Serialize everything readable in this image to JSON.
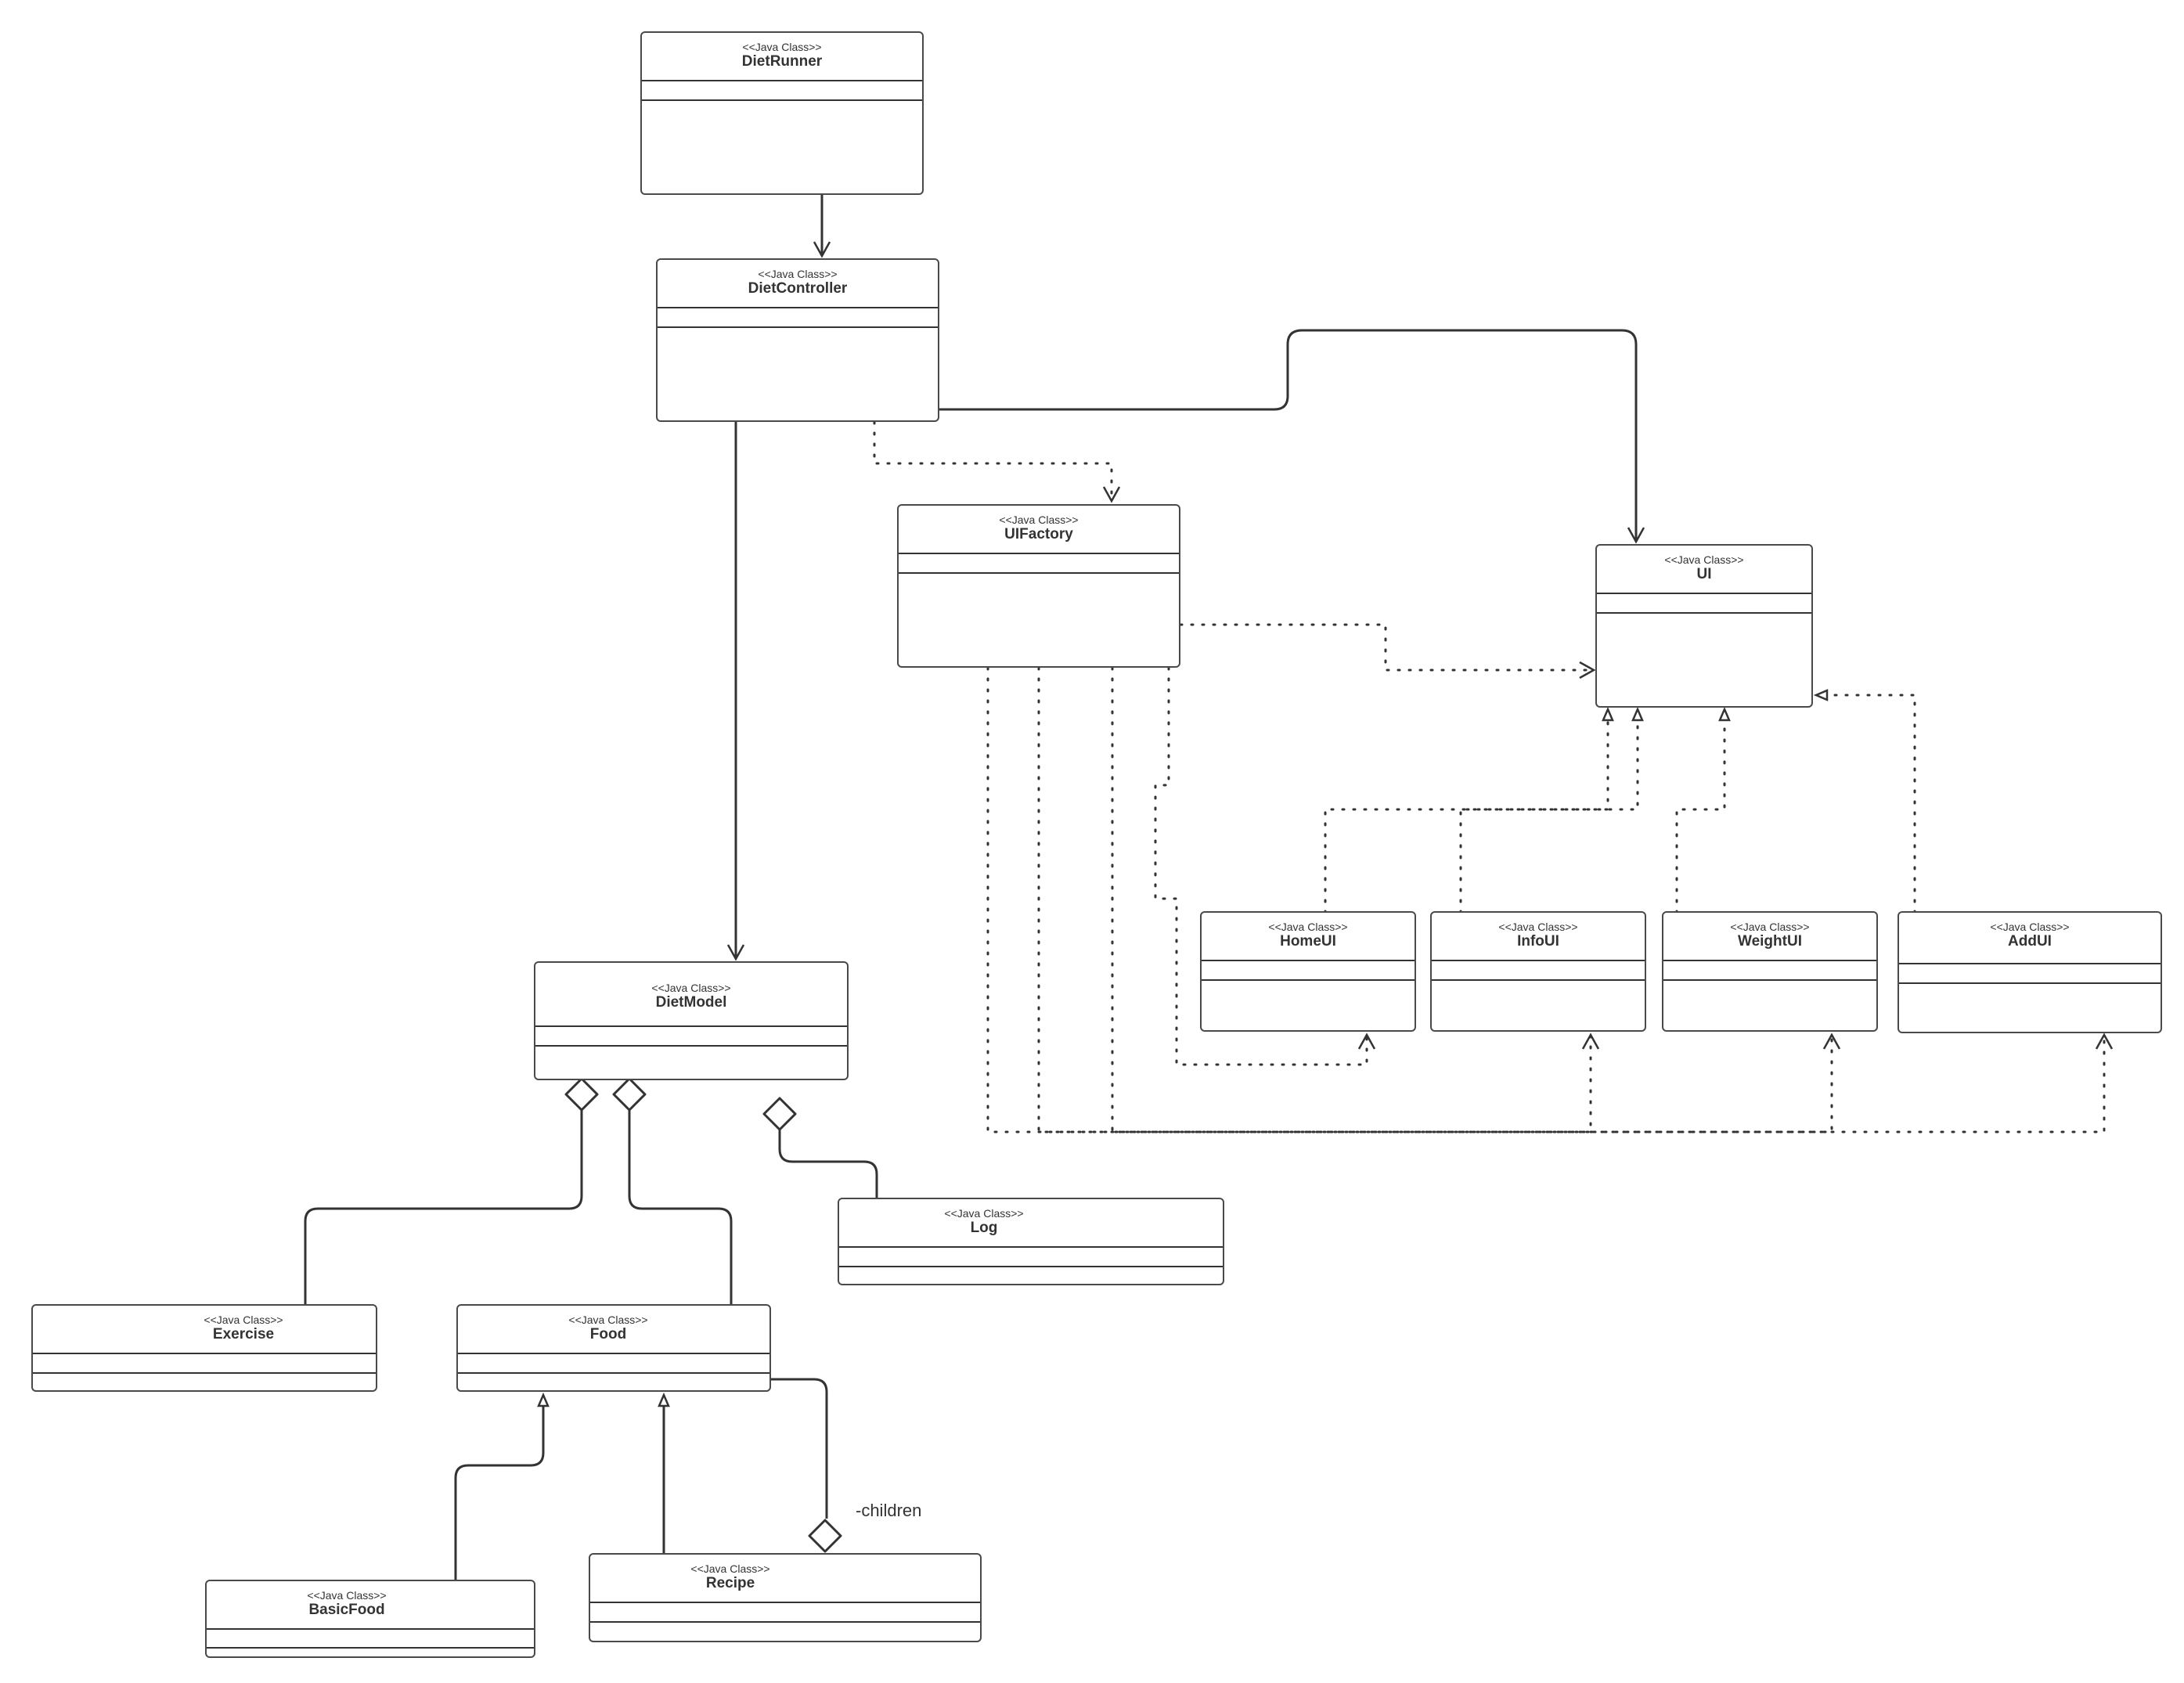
{
  "classes": {
    "dietrunner": {
      "stereotype": "<<Java Class>>",
      "name": "DietRunner"
    },
    "dietcontroller": {
      "stereotype": "<<Java Class>>",
      "name": "DietController"
    },
    "uifactory": {
      "stereotype": "<<Java Class>>",
      "name": "UIFactory"
    },
    "ui": {
      "stereotype": "<<Java Class>>",
      "name": "UI"
    },
    "homeui": {
      "stereotype": "<<Java Class>>",
      "name": "HomeUI"
    },
    "infoui": {
      "stereotype": "<<Java Class>>",
      "name": "InfoUI"
    },
    "weightui": {
      "stereotype": "<<Java Class>>",
      "name": "WeightUI"
    },
    "addui": {
      "stereotype": "<<Java Class>>",
      "name": "AddUI"
    },
    "dietmodel": {
      "stereotype": "<<Java Class>>",
      "name": "DietModel"
    },
    "log": {
      "stereotype": "<<Java Class>>",
      "name": "Log"
    },
    "exercise": {
      "stereotype": "<<Java Class>>",
      "name": "Exercise"
    },
    "food": {
      "stereotype": "<<Java Class>>",
      "name": "Food"
    },
    "basicfood": {
      "stereotype": "<<Java Class>>",
      "name": "BasicFood"
    },
    "recipe": {
      "stereotype": "<<Java Class>>",
      "name": "Recipe"
    }
  },
  "edge_labels": {
    "recipe_children": "-children"
  },
  "relationships": [
    {
      "from": "DietRunner",
      "to": "DietController",
      "kind": "association"
    },
    {
      "from": "DietController",
      "to": "DietModel",
      "kind": "association"
    },
    {
      "from": "DietController",
      "to": "UI",
      "kind": "association"
    },
    {
      "from": "DietController",
      "to": "UIFactory",
      "kind": "dependency"
    },
    {
      "from": "UIFactory",
      "to": "UI",
      "kind": "dependency"
    },
    {
      "from": "UIFactory",
      "to": "HomeUI",
      "kind": "dependency"
    },
    {
      "from": "UIFactory",
      "to": "InfoUI",
      "kind": "dependency"
    },
    {
      "from": "UIFactory",
      "to": "WeightUI",
      "kind": "dependency"
    },
    {
      "from": "UIFactory",
      "to": "AddUI",
      "kind": "dependency"
    },
    {
      "from": "HomeUI",
      "to": "UI",
      "kind": "realization"
    },
    {
      "from": "InfoUI",
      "to": "UI",
      "kind": "realization"
    },
    {
      "from": "WeightUI",
      "to": "UI",
      "kind": "realization"
    },
    {
      "from": "AddUI",
      "to": "UI",
      "kind": "realization"
    },
    {
      "from": "DietModel",
      "to": "Exercise",
      "kind": "aggregation"
    },
    {
      "from": "DietModel",
      "to": "Food",
      "kind": "aggregation"
    },
    {
      "from": "DietModel",
      "to": "Log",
      "kind": "aggregation"
    },
    {
      "from": "BasicFood",
      "to": "Food",
      "kind": "generalization"
    },
    {
      "from": "Recipe",
      "to": "Food",
      "kind": "generalization"
    },
    {
      "from": "Recipe",
      "to": "Food",
      "kind": "aggregation"
    }
  ]
}
